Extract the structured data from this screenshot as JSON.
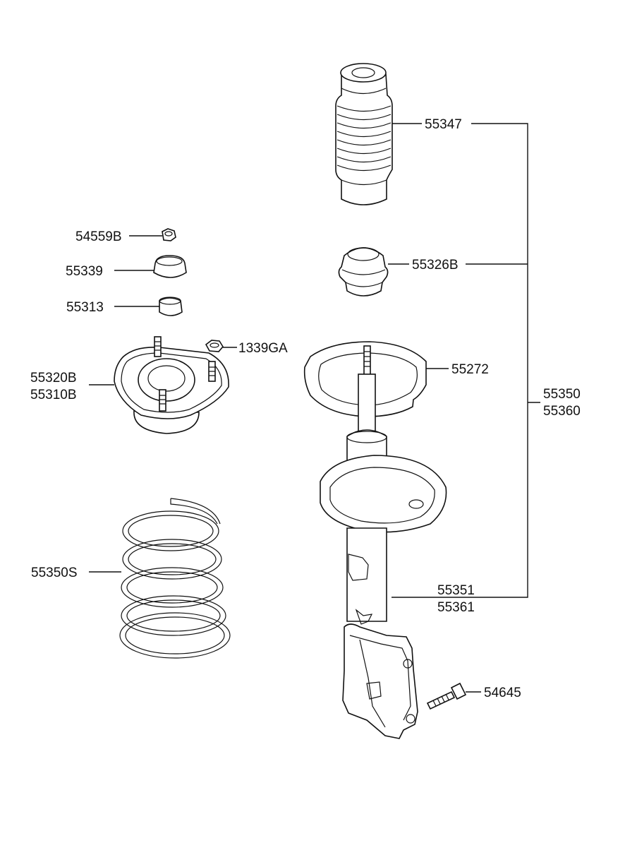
{
  "labels": {
    "p55347": "55347",
    "p55326b": "55326B",
    "p54559b": "54559B",
    "p55339": "55339",
    "p55313": "55313",
    "p1339ga": "1339GA",
    "p55320b": "55320B",
    "p55310b": "55310B",
    "p55272": "55272",
    "p55350": "55350",
    "p55360": "55360",
    "p55350s": "55350S",
    "p55351": "55351",
    "p55361": "55361",
    "p54645": "54645"
  },
  "colors": {
    "line": "#111111",
    "background": "#ffffff"
  }
}
